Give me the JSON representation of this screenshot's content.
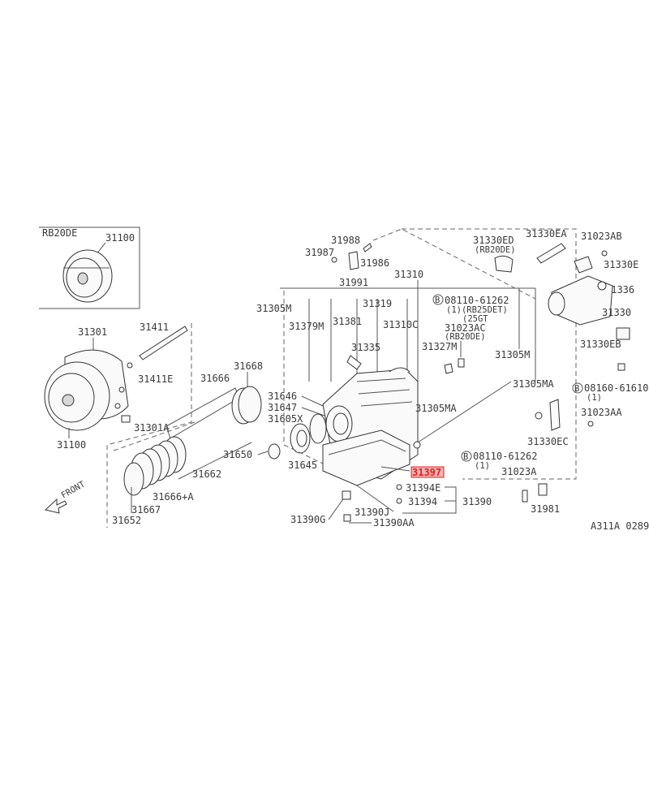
{
  "diagram": {
    "catalog_code": "A311A 0289",
    "variant_box_label": "RB20DE",
    "front_label": "FRONT",
    "highlighted_part": "31397",
    "highlight_color": "#e02020",
    "labels": {
      "p31100_box": "31100",
      "p31301": "31301",
      "p31411": "31411",
      "p31411E": "31411E",
      "p31301A": "31301A",
      "p31100": "31100",
      "p31666": "31666",
      "p31668": "31668",
      "p31662": "31662",
      "p31650": "31650",
      "p31652": "31652",
      "p31667": "31667",
      "p31666A": "31666+A",
      "p31646": "31646",
      "p31647": "31647",
      "p31605X": "31605X",
      "p31645": "31645",
      "p31305M_left": "31305M",
      "p31379M": "31379M",
      "p31381": "31381",
      "p31319": "31319",
      "p31310": "31310",
      "p31310C": "31310C",
      "p31335": "31335",
      "p31988": "31988",
      "p31987": "31987",
      "p31986": "31986",
      "p31991": "31991",
      "p31327M": "31327M",
      "p31305M_right": "31305M",
      "p31305MA_a": "31305MA",
      "p31305MA_b": "31305MA",
      "bolt_b1_no": "08110-61262",
      "bolt_b1_qty": "(1)(RB25DET)",
      "bolt_b1_note": "(25GT",
      "p31023AC": "31023AC",
      "p31023AC_note": "(RB20DE)",
      "p31397": "31397",
      "p31394E": "31394E",
      "p31394": "31394",
      "p31390": "31390",
      "p31390J": "31390J",
      "p31390G": "31390G",
      "p31390AA": "31390AA",
      "bolt_b2_no": "08110-61262",
      "bolt_b2_qty": "(1)",
      "p31023A": "31023A",
      "p31981": "31981",
      "p31330EC": "31330EC",
      "p31330ED": "31330ED",
      "p31330ED_note": "(RB20DE)",
      "p31330EA": "31330EA",
      "p31023AB": "31023AB",
      "p31330E": "31330E",
      "p31336": "31336",
      "p31330": "31330",
      "p31330EB": "31330EB",
      "bolt_b3_no": "08160-61610",
      "bolt_b3_qty": "(1)",
      "p31023AA": "31023AA",
      "circle_b": "B"
    }
  }
}
